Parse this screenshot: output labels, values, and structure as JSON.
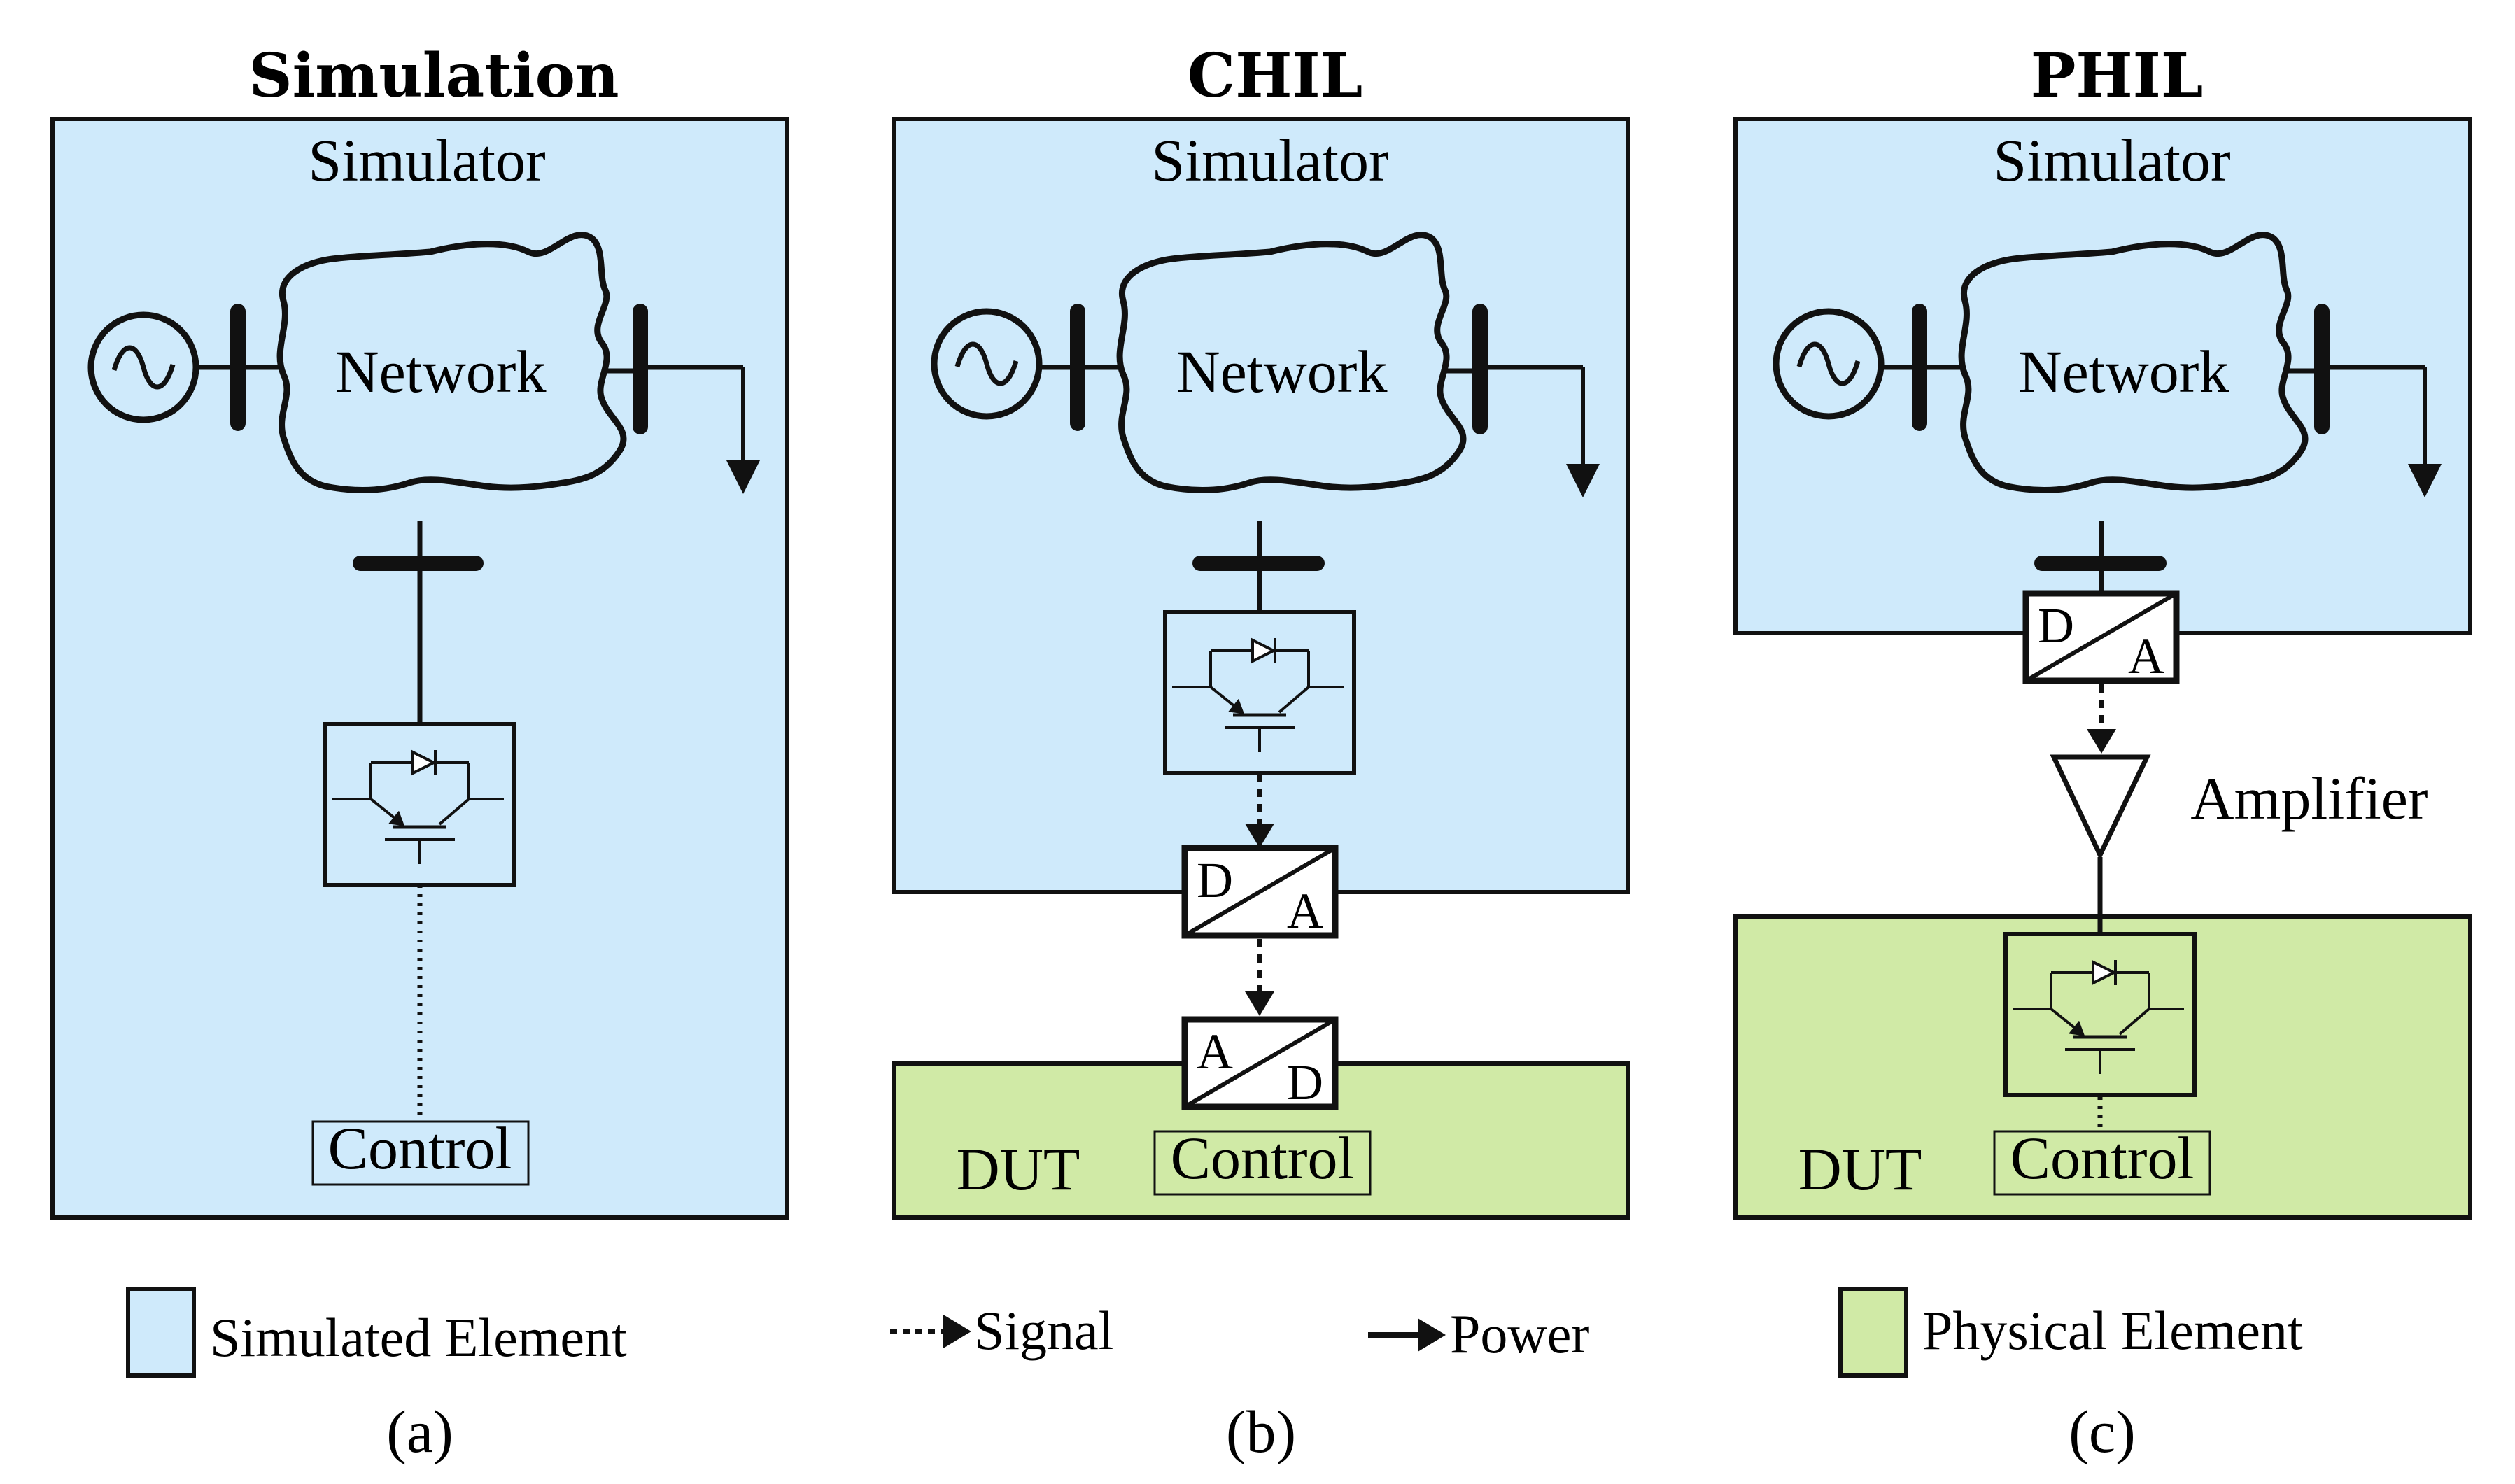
{
  "panels": {
    "a": {
      "title": "Simulation",
      "simulator": "Simulator",
      "network": "Network",
      "control": "Control",
      "caption": "(a)"
    },
    "b": {
      "title": "CHIL",
      "simulator": "Simulator",
      "network": "Network",
      "dac_top": "D",
      "dac_bottom": "A",
      "adc_top": "A",
      "adc_bottom": "D",
      "dut": "DUT",
      "control": "Control",
      "caption": "(b)"
    },
    "c": {
      "title": "PHIL",
      "simulator": "Simulator",
      "network": "Network",
      "dac_top": "D",
      "dac_bottom": "A",
      "amplifier": "Amplifier",
      "dut": "DUT",
      "control": "Control",
      "caption": "(c)"
    }
  },
  "legend": {
    "simulated": "Simulated Element",
    "signal": "Signal",
    "power": "Power",
    "physical": "Physical Element"
  },
  "colors": {
    "simulated_fill": "#cfeafb",
    "physical_fill": "#d0eaa6",
    "stroke": "#111111"
  },
  "icons": [
    "ac-source-icon",
    "igbt-converter-icon",
    "amplifier-icon",
    "arrow-icon"
  ]
}
